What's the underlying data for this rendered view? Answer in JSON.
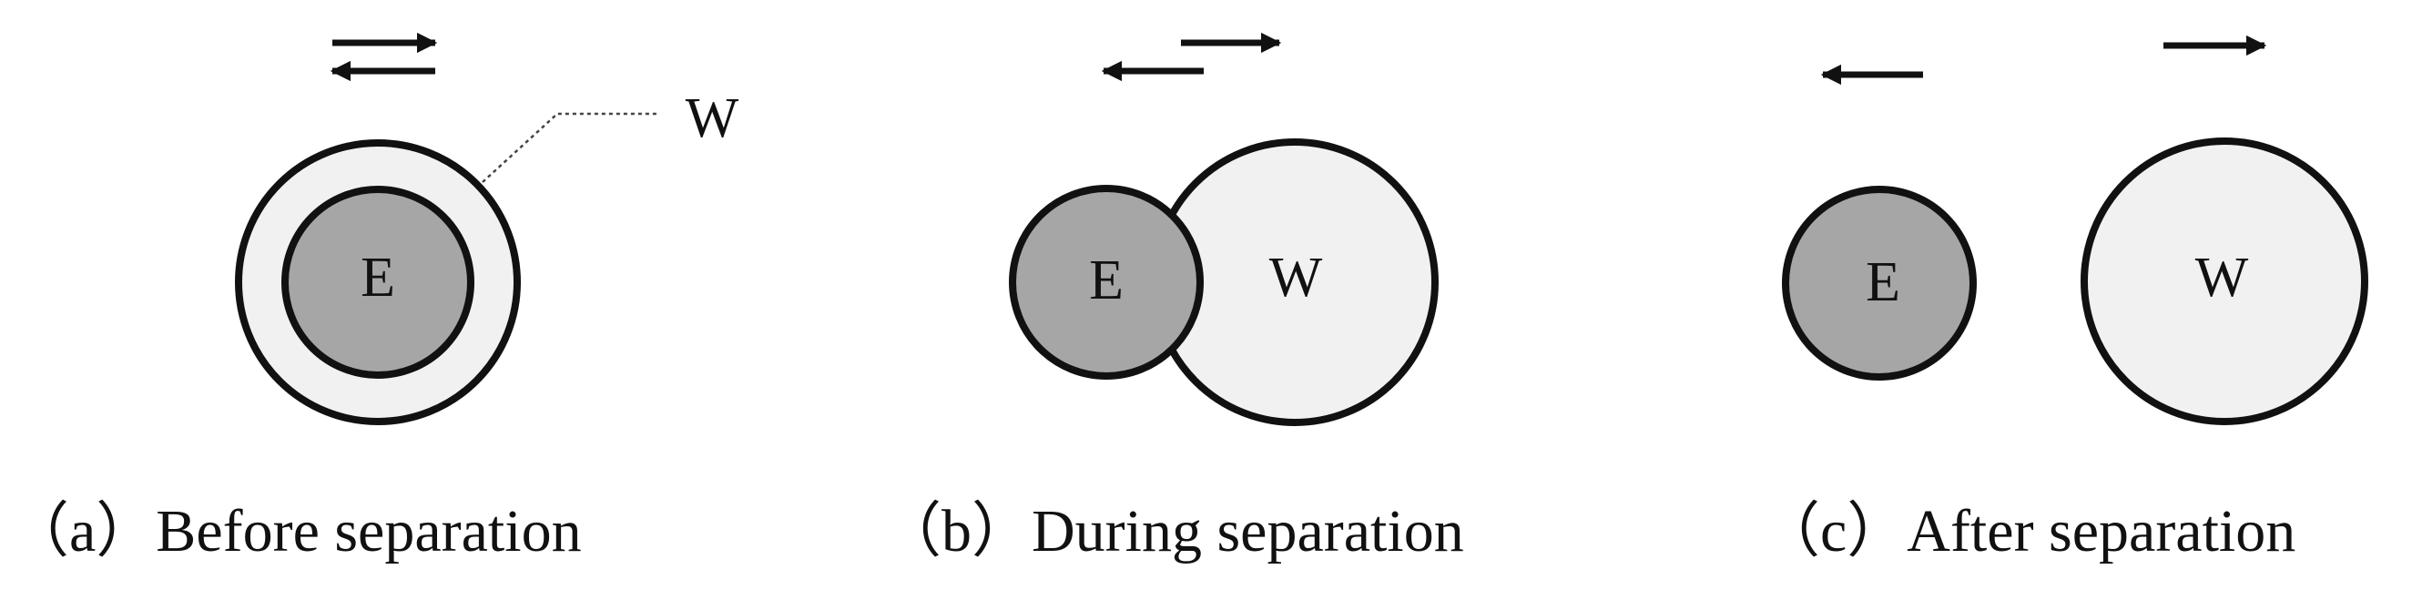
{
  "panels": [
    {
      "caption": "（a）Before separation",
      "inner_label": "E",
      "leader_label": "W"
    },
    {
      "caption": "（b）During separation",
      "label_e": "E",
      "label_w": "W"
    },
    {
      "caption": "（c）After separation",
      "label_e": "E",
      "label_w": "W"
    }
  ],
  "colors": {
    "stroke": "#111111",
    "e_fill": "#a6a6a6",
    "w_fill": "#f1f1f1",
    "leader": "#444444"
  }
}
